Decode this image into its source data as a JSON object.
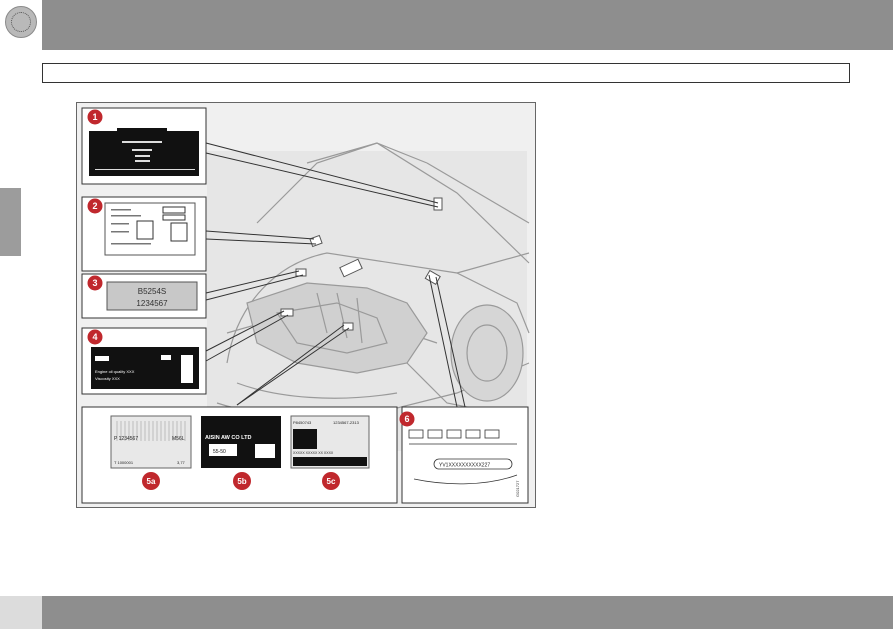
{
  "header": {
    "logo_icon": "volvo-badge-icon",
    "color": "#8e8e8e"
  },
  "section_title": "",
  "footer": {
    "color": "#8e8e8e"
  },
  "figure": {
    "callouts": [
      {
        "number": "1"
      },
      {
        "number": "2"
      },
      {
        "number": "3"
      },
      {
        "number": "4"
      },
      {
        "number": "6"
      }
    ],
    "plate3": {
      "line1": "B5254S",
      "line2": "1234567"
    },
    "label4": {
      "line1": "Engine oil quality XXX",
      "line2": "Viscosity XXX"
    },
    "label5a": {
      "code": "P 1234567",
      "suffix": "M56L",
      "serial": "T 1000001",
      "ratio": "3,77",
      "tag": "5a"
    },
    "label5b": {
      "line1": "AISIN AW CO LTD",
      "model": "55-50",
      "tag": "5b"
    },
    "label5c": {
      "code": "P8450743",
      "date": "1234567-2313",
      "digits": "XXXXX  XXXXX  XX  XXXX",
      "tag": "5c"
    },
    "label6": {
      "vin": "YV1XXXXXXXXXX227",
      "tag": "6"
    },
    "ref_code": "G021727",
    "badge_color": "#c0282d"
  }
}
